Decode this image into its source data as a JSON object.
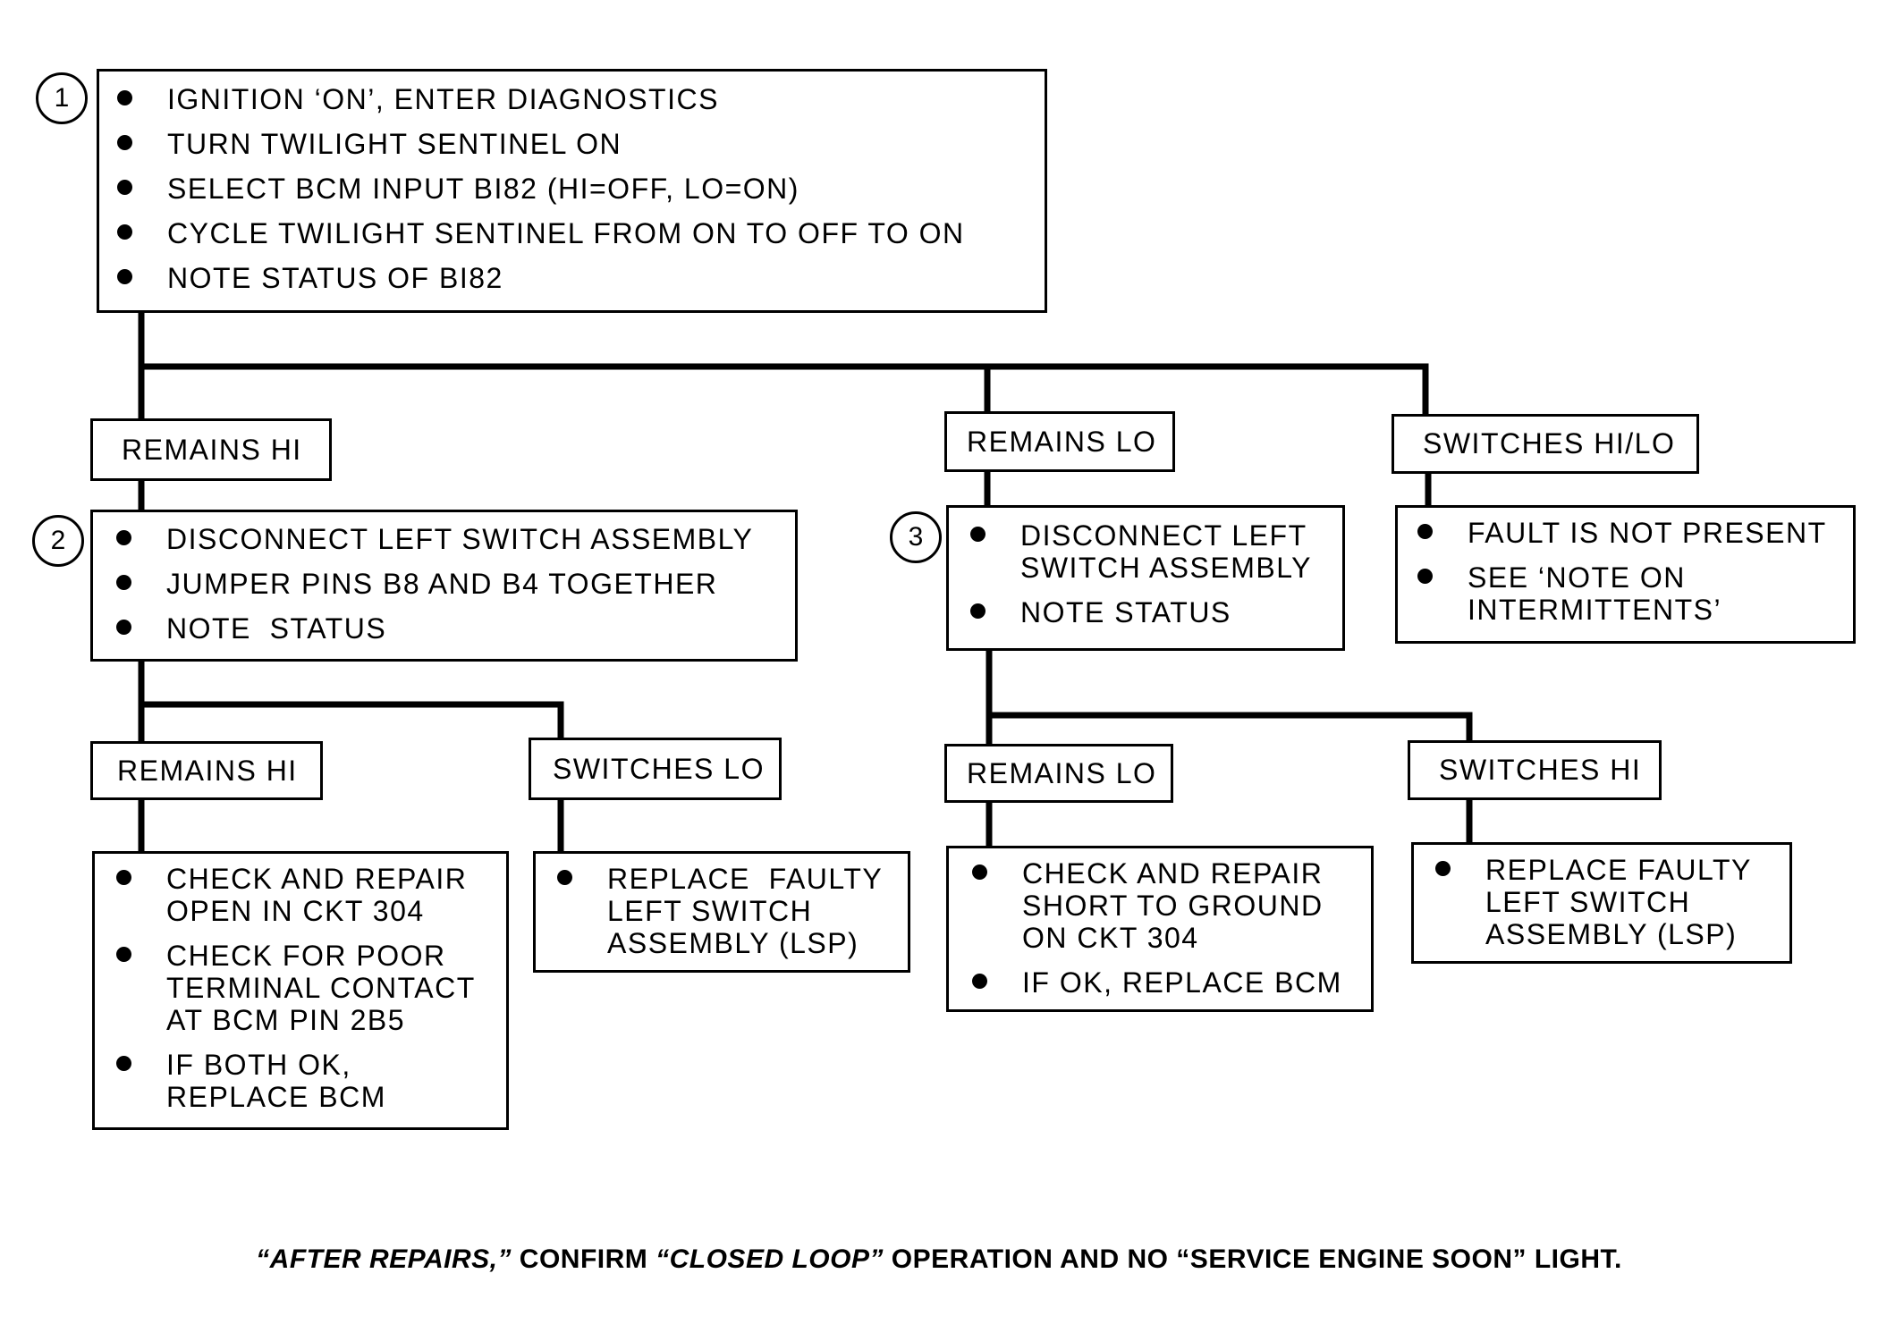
{
  "step1": {
    "number": "1",
    "items": [
      "IGNITION ‘ON’, ENTER DIAGNOSTICS",
      "TURN TWILIGHT SENTINEL ON",
      "SELECT BCM INPUT BI82 (HI=OFF, LO=ON)",
      "CYCLE TWILIGHT SENTINEL FROM ON TO OFF TO ON",
      "NOTE STATUS OF BI82"
    ]
  },
  "branch1": {
    "remains_hi": "REMAINS HI",
    "remains_lo": "REMAINS LO",
    "switches_hi_lo": "SWITCHES HI/LO"
  },
  "step2": {
    "number": "2",
    "items": [
      "DISCONNECT LEFT SWITCH ASSEMBLY",
      "JUMPER PINS B8 AND B4 TOGETHER",
      "NOTE  STATUS"
    ]
  },
  "step3": {
    "number": "3",
    "items": [
      "DISCONNECT LEFT\nSWITCH ASSEMBLY",
      "NOTE STATUS"
    ]
  },
  "fault_not_present": {
    "items": [
      "FAULT IS NOT PRESENT",
      "SEE ‘NOTE ON\nINTERMITTENTS’"
    ]
  },
  "branch2": {
    "remains_hi": "REMAINS HI",
    "switches_lo": "SWITCHES LO"
  },
  "branch3": {
    "remains_lo": "REMAINS LO",
    "switches_hi": "SWITCHES HI"
  },
  "result_hi": {
    "items": [
      "CHECK AND REPAIR\nOPEN IN CKT 304",
      "CHECK FOR POOR\nTERMINAL CONTACT\nAT BCM PIN 2B5",
      "IF BOTH OK,\nREPLACE BCM"
    ]
  },
  "result_switches_lo": {
    "items": [
      "REPLACE  FAULTY\nLEFT SWITCH\nASSEMBLY (LSP)"
    ]
  },
  "result_lo": {
    "items": [
      "CHECK AND REPAIR\nSHORT TO GROUND\nON CKT 304",
      "IF OK, REPLACE BCM"
    ]
  },
  "result_switches_hi": {
    "items": [
      "REPLACE FAULTY\nLEFT SWITCH\nASSEMBLY (LSP)"
    ]
  },
  "footer": {
    "part1": "“AFTER REPAIRS,”",
    "part2": " CONFIRM ",
    "part3": "“CLOSED LOOP”",
    "part4": " OPERATION AND NO “SERVICE ENGINE SOON” LIGHT."
  }
}
